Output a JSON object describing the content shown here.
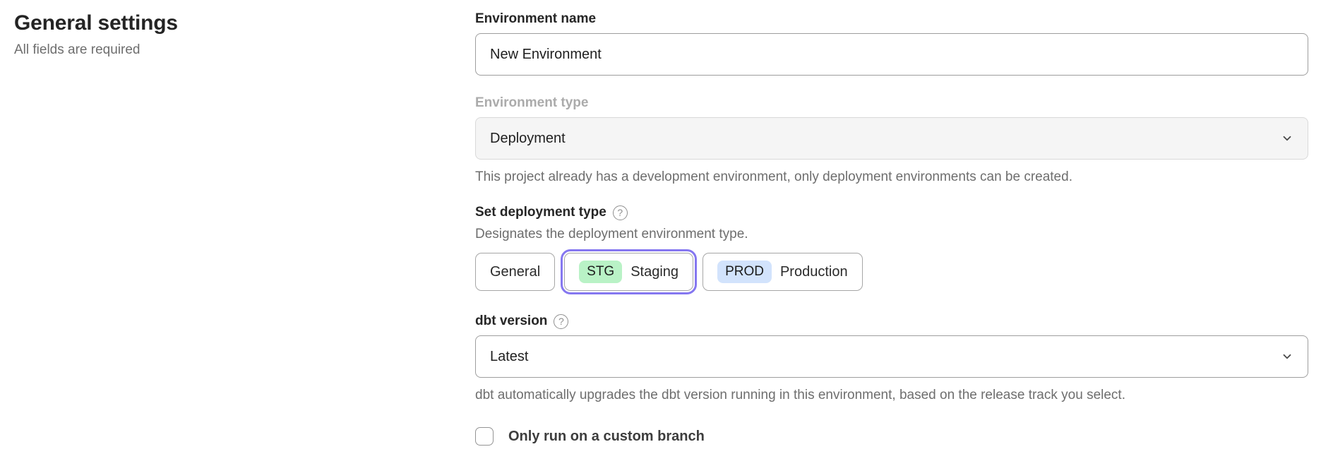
{
  "page": {
    "title": "General settings",
    "subtitle": "All fields are required"
  },
  "form": {
    "environment_name": {
      "label": "Environment name",
      "value": "New Environment"
    },
    "environment_type": {
      "label": "Environment type",
      "value": "Deployment",
      "disabled": true,
      "helper": "This project already has a development environment, only deployment environments can be created."
    },
    "deployment_type": {
      "label": "Set deployment type",
      "helper": "Designates the deployment environment type.",
      "options": [
        {
          "label": "General",
          "badge": "",
          "selected": false
        },
        {
          "label": "Staging",
          "badge": "STG",
          "badge_color": "#b9f2c6",
          "selected": true
        },
        {
          "label": "Production",
          "badge": "PROD",
          "badge_color": "#d2e3fc",
          "selected": false
        }
      ],
      "selected_ring_color": "#8577f0"
    },
    "dbt_version": {
      "label": "dbt version",
      "value": "Latest",
      "helper": "dbt automatically upgrades the dbt version running in this environment, based on the release track you select."
    },
    "custom_branch": {
      "label": "Only run on a custom branch",
      "checked": false
    }
  },
  "icons": {
    "help": "?",
    "chevron_down": "v-shape"
  }
}
